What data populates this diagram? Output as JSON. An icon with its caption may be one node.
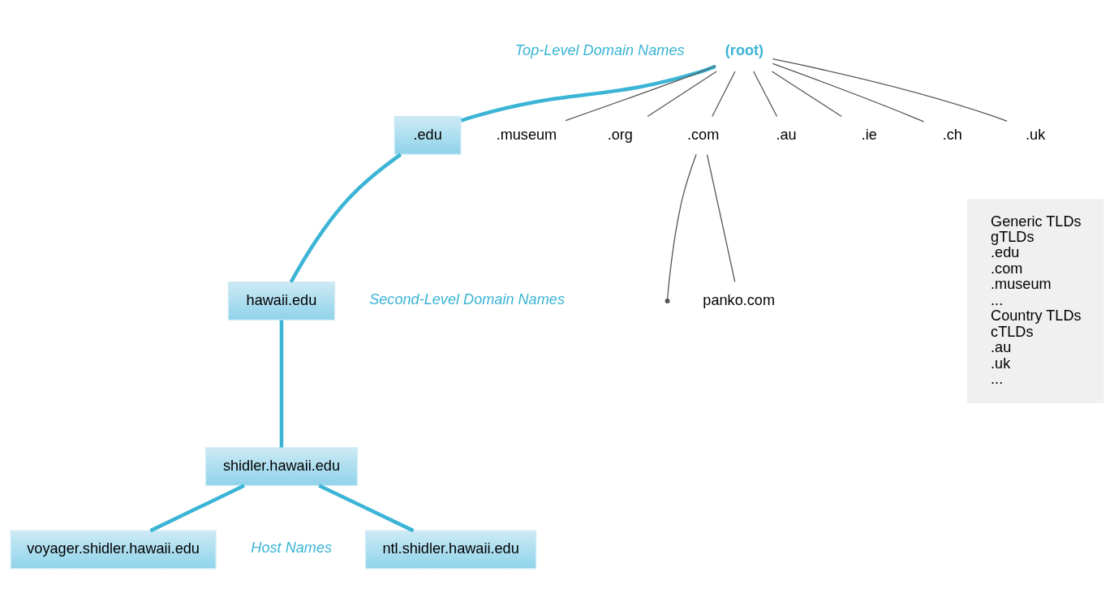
{
  "diagram": {
    "nodes": [
      {
        "text": [
          "(root)"
        ]
      },
      {
        "text": [
          ".edu"
        ]
      },
      {
        "text": [
          ".museum"
        ]
      },
      {
        "text": [
          ".org"
        ]
      },
      {
        "text": [
          ".com"
        ]
      },
      {
        "text": [
          ".au"
        ]
      },
      {
        "text": [
          ".ie"
        ]
      },
      {
        "text": [
          ".ch"
        ]
      },
      {
        "text": [
          ".uk"
        ]
      },
      {
        "text": [
          "hawaii.edu"
        ]
      },
      {
        "text": [],
        "shape": "point"
      },
      {
        "text": [
          "panko.com"
        ]
      },
      {
        "text": [
          "shidler.hawaii.edu"
        ]
      },
      {
        "text": [
          "voyager.shidler.hawaii.edu"
        ]
      },
      {
        "text": [
          "ntl.shidler.hawaii.edu"
        ]
      },
      {
        "text": [
          "Generic TLDs",
          "gTLDs",
          ".edu",
          ".com",
          ".museum",
          "...",
          "Country TLDs",
          "cTLDs",
          ".au",
          ".uk",
          "..."
        ]
      }
    ],
    "edges": [
      {
        "from": 0,
        "to": 1,
        "arrow": "none",
        "color": "#3bb4d6",
        "style": "thick"
      },
      {
        "from": 0,
        "to": 2,
        "arrow": "none"
      },
      {
        "from": 0,
        "to": 3,
        "arrow": "none"
      },
      {
        "from": 0,
        "to": 4,
        "arrow": "none"
      },
      {
        "from": 0,
        "to": 5,
        "arrow": "none"
      },
      {
        "from": 0,
        "to": 6,
        "arrow": "none"
      },
      {
        "from": 0,
        "to": 7,
        "arrow": "none"
      },
      {
        "from": 0,
        "to": 8,
        "arrow": "none"
      },
      {
        "from": 1,
        "to": 9,
        "arrow": "none",
        "color": "#3bb4d6",
        "style": "thick"
      },
      {
        "from": 4,
        "to": 10,
        "arrow": "none"
      },
      {
        "from": 4,
        "to": 11,
        "arrow": "none"
      },
      {
        "from": 9,
        "to": 12,
        "arrow": "none",
        "color": "#3bb4d6",
        "style": "thick"
      },
      {
        "from": 12,
        "to": 13,
        "arrow": "none",
        "color": "#3bb4d6",
        "style": "thick"
      },
      {
        "from": 12,
        "to": 14,
        "arrow": "none",
        "color": "#3bb4d6",
        "style": "thick"
      }
    ],
    "labels": [
      "Top-Level Domain Names",
      "Second-Level Domain Names",
      "Host Names"
    ]
  }
}
